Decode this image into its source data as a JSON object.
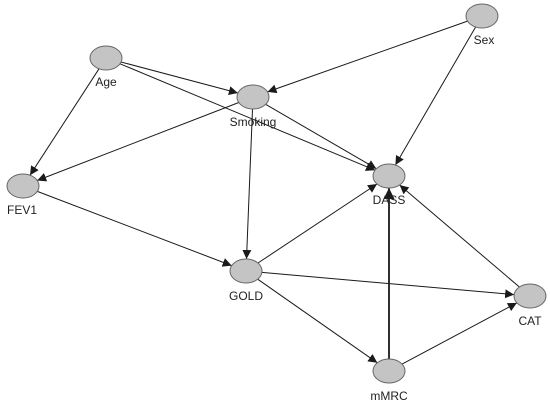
{
  "graph": {
    "nodes": [
      {
        "id": "age",
        "label": "Age"
      },
      {
        "id": "sex",
        "label": "Sex"
      },
      {
        "id": "smoking",
        "label": "Smoking"
      },
      {
        "id": "fev1",
        "label": "FEV1"
      },
      {
        "id": "dass",
        "label": "DASS"
      },
      {
        "id": "gold",
        "label": "GOLD"
      },
      {
        "id": "cat",
        "label": "CAT"
      },
      {
        "id": "mmrc",
        "label": "mMRC"
      }
    ],
    "edges": [
      {
        "from": "age",
        "to": "smoking"
      },
      {
        "from": "age",
        "to": "fev1"
      },
      {
        "from": "age",
        "to": "dass"
      },
      {
        "from": "sex",
        "to": "smoking"
      },
      {
        "from": "sex",
        "to": "dass"
      },
      {
        "from": "smoking",
        "to": "fev1"
      },
      {
        "from": "smoking",
        "to": "gold"
      },
      {
        "from": "smoking",
        "to": "dass"
      },
      {
        "from": "fev1",
        "to": "gold"
      },
      {
        "from": "gold",
        "to": "dass"
      },
      {
        "from": "gold",
        "to": "cat"
      },
      {
        "from": "gold",
        "to": "mmrc"
      },
      {
        "from": "cat",
        "to": "dass"
      },
      {
        "from": "mmrc",
        "to": "dass",
        "emphasis": "bold"
      },
      {
        "from": "mmrc",
        "to": "cat"
      }
    ]
  },
  "colors": {
    "node_fill": "#c4c4c4",
    "node_stroke": "#666666",
    "edge": "#1a1a1a",
    "label": "#222222"
  }
}
